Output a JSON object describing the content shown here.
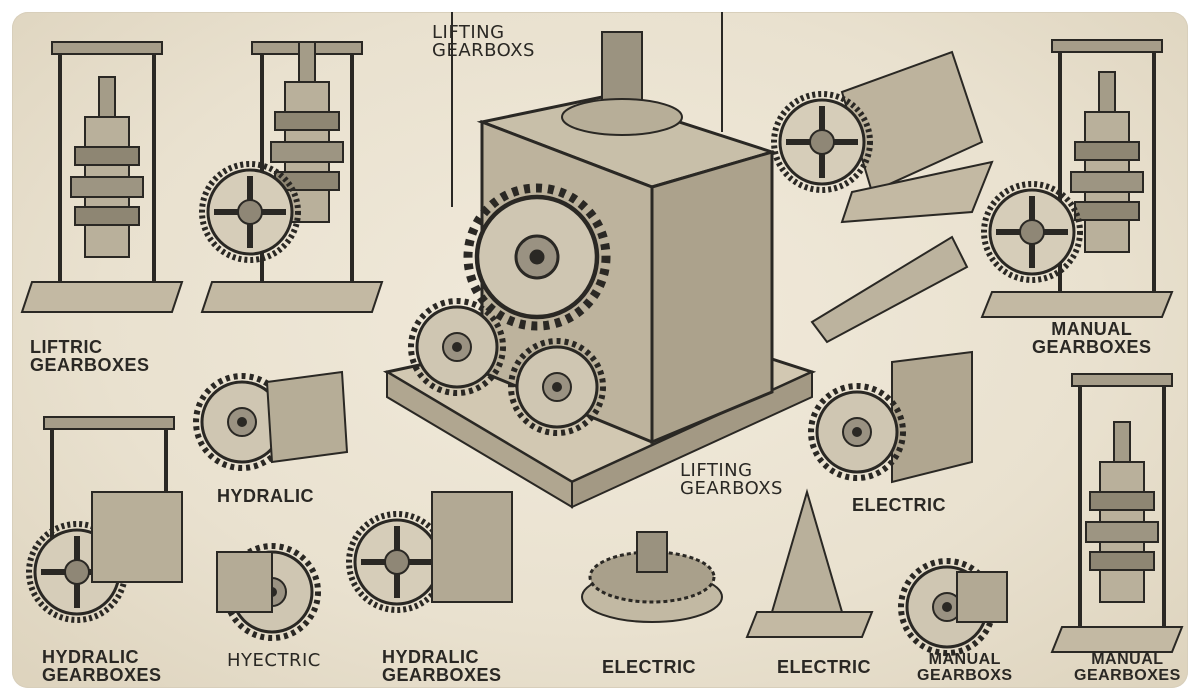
{
  "labels": {
    "title_top": "LIFTING\nGEARBOXS",
    "liftric": "LIFTRIC\nGEARBOXES",
    "manual_right": "MANUAL\nGEARBOXES",
    "hydralic_mid": "HYDRALIC",
    "lifting_center": "LIFTING\nGEARBOXS",
    "electric_right": "ELECTRIC",
    "hydralic_gearboxes_left": "HYDRALIC\nGEARBOXES",
    "hyectric": "HYECTRIC",
    "hydralic_gearboxes_center": "HYDRALIC\nGEARBOXES",
    "electric_bottom_a": "ELECTRIC",
    "electric_bottom_b": "ELECTRIC",
    "manual_gearboxs": "MANUAL\nGEARBOXS",
    "manual_gearboxes_bottom": "MANUAL\nGEARBOXES"
  },
  "icons": {
    "central": "gearbox-assembly-icon",
    "small": "gear-illustration-icon"
  },
  "colors": {
    "ink": "#2a2824",
    "paper": "#ece4d3"
  }
}
